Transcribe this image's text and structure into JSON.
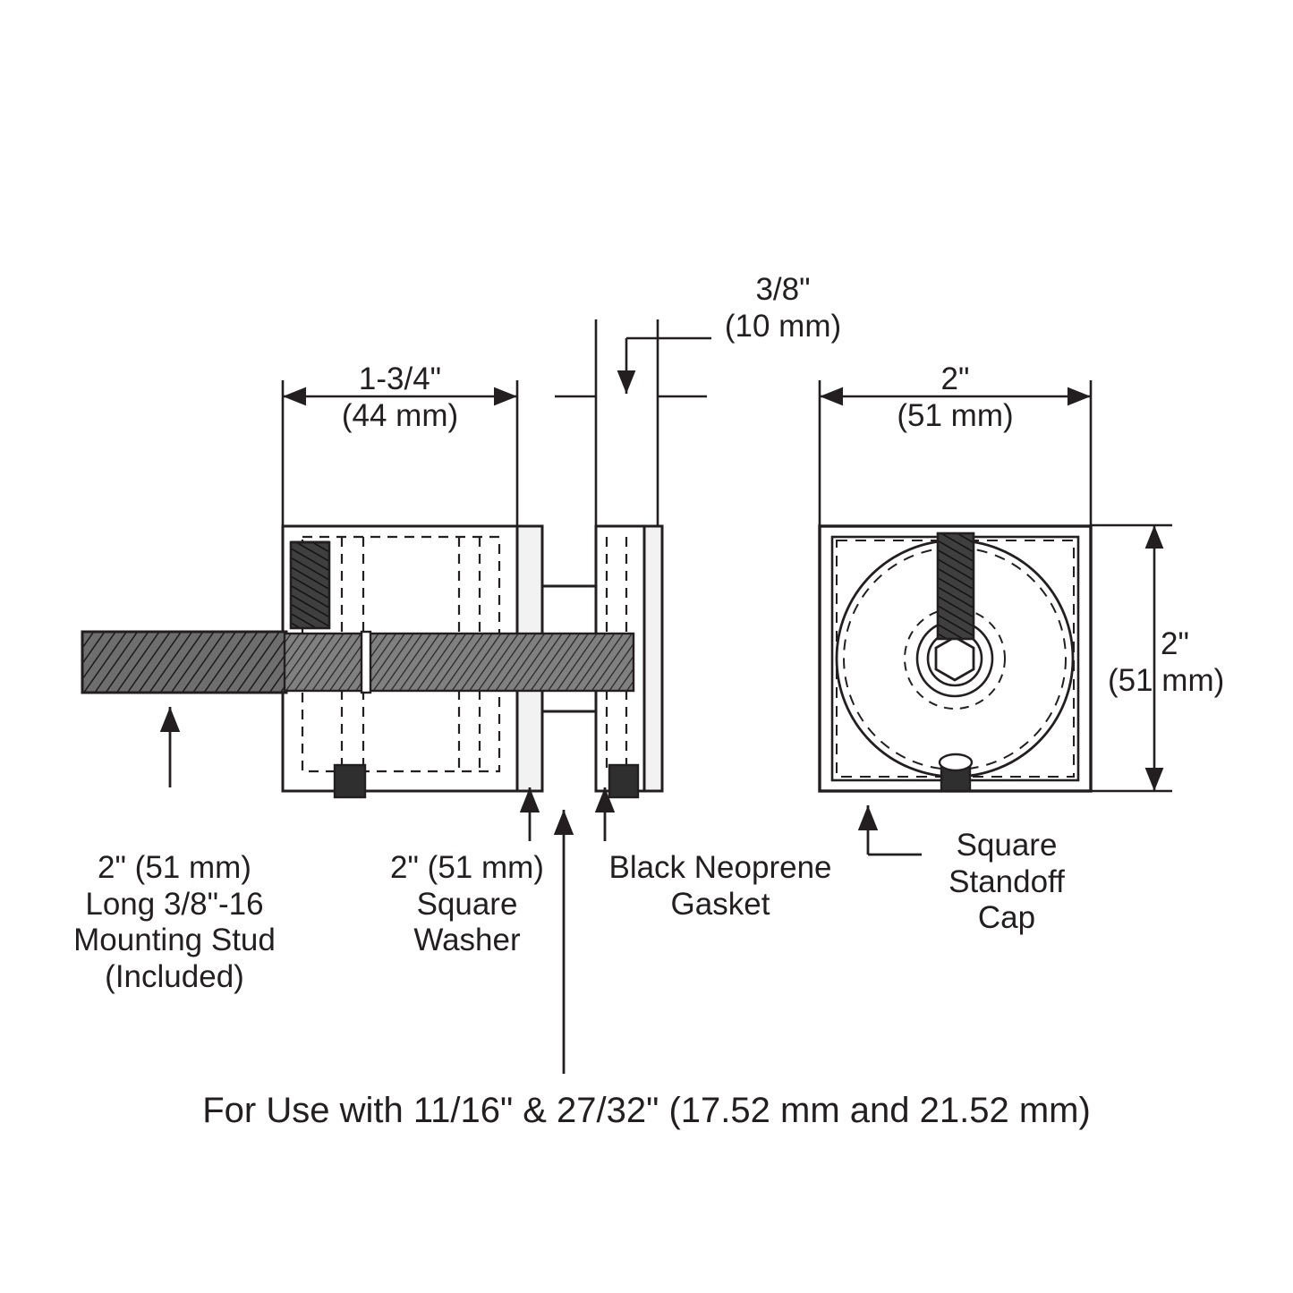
{
  "diagram": {
    "title": "Square Standoff Assembly Drawing",
    "line_color": "#231f20",
    "fill_dark": "#3a3a3a",
    "dimensions": {
      "depth_side": {
        "imperial": "1-3/4\"",
        "metric": "(44 mm)"
      },
      "gasket_thickness": {
        "imperial": "3/8\"",
        "metric": "(10 mm)"
      },
      "cap_width": {
        "imperial": "2\"",
        "metric": "(51 mm)"
      },
      "cap_height": {
        "imperial": "2\"",
        "metric": "(51 mm)"
      }
    },
    "callouts": {
      "stud": {
        "line1": "2\" (51 mm)",
        "line2": "Long 3/8\"-16",
        "line3": "Mounting Stud",
        "line4": "(Included)"
      },
      "washer": {
        "line1": "2\" (51 mm)",
        "line2": "Square",
        "line3": "Washer"
      },
      "gasket": {
        "line1": "Black Neoprene",
        "line2": "Gasket"
      },
      "cap": {
        "line1": "Square",
        "line2": "Standoff",
        "line3": "Cap"
      }
    },
    "footnote": "For Use with 11/16\" & 27/32\" (17.52 mm and 21.52 mm)"
  }
}
